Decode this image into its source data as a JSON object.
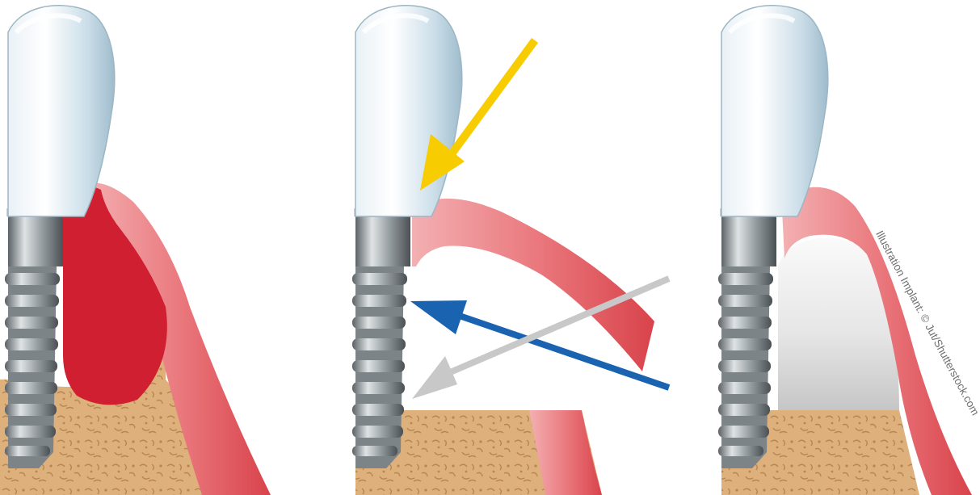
{
  "figure": {
    "panels": [
      {
        "id": "panel-1",
        "state": "gum inflammation"
      },
      {
        "id": "panel-2",
        "state": "gum recession"
      },
      {
        "id": "panel-3",
        "state": "gap under gum"
      }
    ],
    "arrows": [
      {
        "id": "yellow-arrow",
        "color": "#f7cc00"
      },
      {
        "id": "blue-arrow",
        "color": "#1a63b0"
      },
      {
        "id": "grey-arrow",
        "color": "#c8c8c8"
      }
    ],
    "colors": {
      "gum": "#e35d63",
      "gum_light": "#f6a3a6",
      "inflammation": "#d01f30",
      "bone": "#ddb07c",
      "crown": "#dbe9f0",
      "implant": "#8e9599"
    },
    "credit": "Illustration Implant: © Jut/Shutterstock.com"
  }
}
